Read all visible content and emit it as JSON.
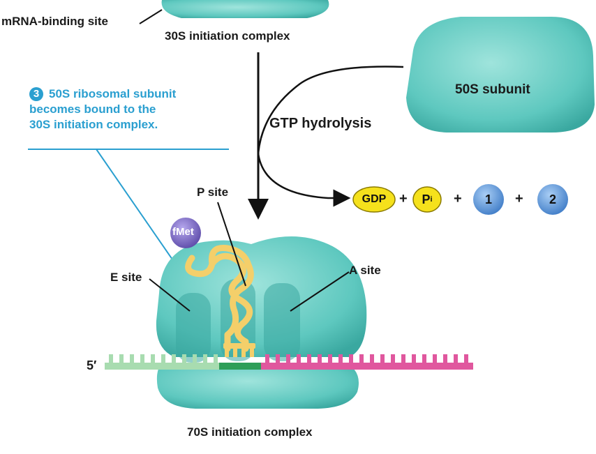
{
  "labels": {
    "mrna_binding_site": "mRNA-binding site",
    "initiation_30s": "30S initiation complex",
    "subunit_50s": "50S subunit",
    "gtp_hydrolysis": "GTP hydrolysis",
    "p_site": "P site",
    "e_site": "E site",
    "a_site": "A site",
    "fmet": "fMet",
    "five_prime": "5′",
    "initiation_70s": "70S initiation complex"
  },
  "step": {
    "number": "3",
    "lines": [
      "50S ribosomal subunit",
      "becomes bound to the",
      "30S initiation complex."
    ]
  },
  "products": {
    "gdp": "GDP",
    "pi_main": "P",
    "pi_sub": "i",
    "plus": "+",
    "factor1": "1",
    "factor2": "2"
  },
  "colors": {
    "ribosome": "#66cdc4",
    "ribosome_dark": "#3aa8a0",
    "trna": "#f4cf6a",
    "fmet": "#7b6bc4",
    "mrna_light": "#a8dcb0",
    "mrna_pink": "#e0579e",
    "codon_green": "#2e9e58",
    "note_blue": "#2a9fd0",
    "factor_blue": "#4e8fd6",
    "gdp_yellow": "#f5e11c"
  }
}
